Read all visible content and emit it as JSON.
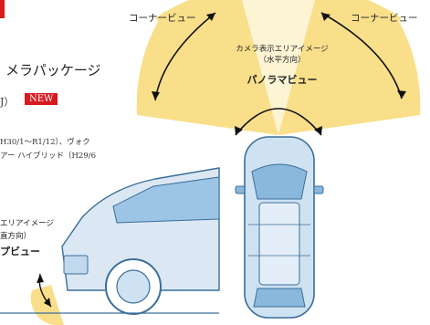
{
  "header": {
    "title": "メラパッケージ",
    "subtitle": "J）",
    "badge": "NEW"
  },
  "compatibility": {
    "line1": "H30/1～R1/12）、ヴォク",
    "line2": "アー ハイブリッド（H29/6"
  },
  "side_view": {
    "label_line1": "エリアイメージ",
    "label_line2": "直方向）",
    "label_line3": "プビュー"
  },
  "top_view": {
    "corner_left": "コーナービュー",
    "corner_right": "コーナービュー",
    "camera_label_line1": "カメラ表示エリアイメージ",
    "camera_label_line2": "（水平方向）",
    "panorama_label": "パノラマビュー"
  },
  "colors": {
    "accent_red": "#d71920",
    "camera_area_yellow": "#f9df8a",
    "car_blue": "#8ab8dc",
    "car_outline": "#3a6e9a"
  }
}
